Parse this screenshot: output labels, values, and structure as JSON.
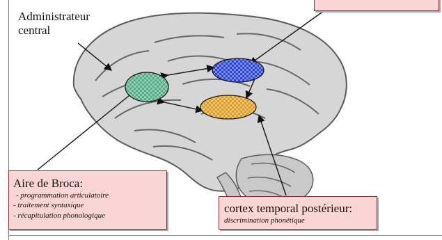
{
  "labels": {
    "administrateur": "Administrateur\ncentral"
  },
  "boxes": {
    "top_partial": {
      "text": ""
    },
    "broca": {
      "title": "Aire de Broca:",
      "lines": [
        "- programmation articulatoire",
        "- traitement syntaxique",
        "- récapitulation phonologique"
      ]
    },
    "temporal": {
      "title": "cortex temporal postérieur:",
      "subtitle": "discrimination phonétique"
    }
  },
  "colors": {
    "box_fill": "#fbd5d5",
    "box_border": "#8b2c2c",
    "broca_area": "#66b892",
    "parietal_area": "#4d62d9",
    "temporal_area": "#d8a640"
  },
  "diagram": {
    "regions": [
      {
        "name": "broca-area",
        "color": "#66b892"
      },
      {
        "name": "parietal-area",
        "color": "#4d62d9"
      },
      {
        "name": "temporal-area",
        "color": "#d8a640"
      }
    ]
  }
}
